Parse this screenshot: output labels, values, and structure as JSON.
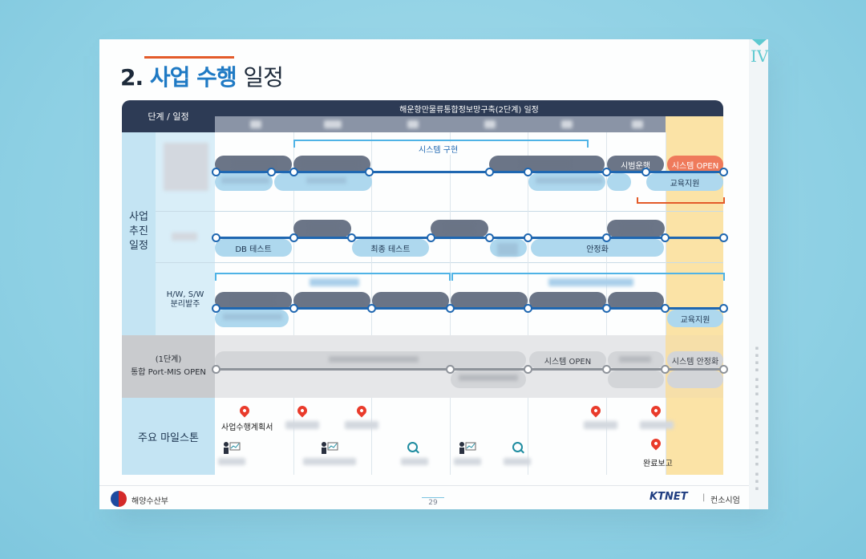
{
  "slide": {
    "title_number": "2.",
    "title_accent": "사업 수행",
    "title_rest": "일정",
    "section_roman": "IV",
    "page_number": "29"
  },
  "table": {
    "header_left": "단계 / 일정",
    "header_main": "해운항만물류통합정보망구축(2단계) 일정",
    "section_project": "사업\n추진\n일정",
    "row_hw_sw": "H/W, S/W\n분리발주",
    "row_phase1": "(1단계)\n통합 Port-MIS OPEN",
    "row_milestone": "주요 마일스톤"
  },
  "row1": {
    "bracket_label": "시스템 구현",
    "trial_label": "시범운행",
    "open_label": "시스템 OPEN",
    "training_label": "교육지원"
  },
  "row2": {
    "db_test": "DB 테스트",
    "final_test": "최종 테스트",
    "stabilize": "안정화"
  },
  "row3": {
    "training_label": "교육지원"
  },
  "phase1": {
    "system_open": "시스템 OPEN",
    "system_stabilize": "시스템 안정화"
  },
  "milestones": {
    "plan_doc": "사업수행계획서",
    "completion_report": "완료보고"
  },
  "footer": {
    "ministry": "해양수산부",
    "company": "KTNET",
    "company_sub": "컨소시엄"
  },
  "colors": {
    "header_navy": "#2d3b55",
    "timeline_blue": "#1f67b1",
    "open_yellow": "#fbe3a6",
    "accent_orange": "#ef7a5b"
  }
}
